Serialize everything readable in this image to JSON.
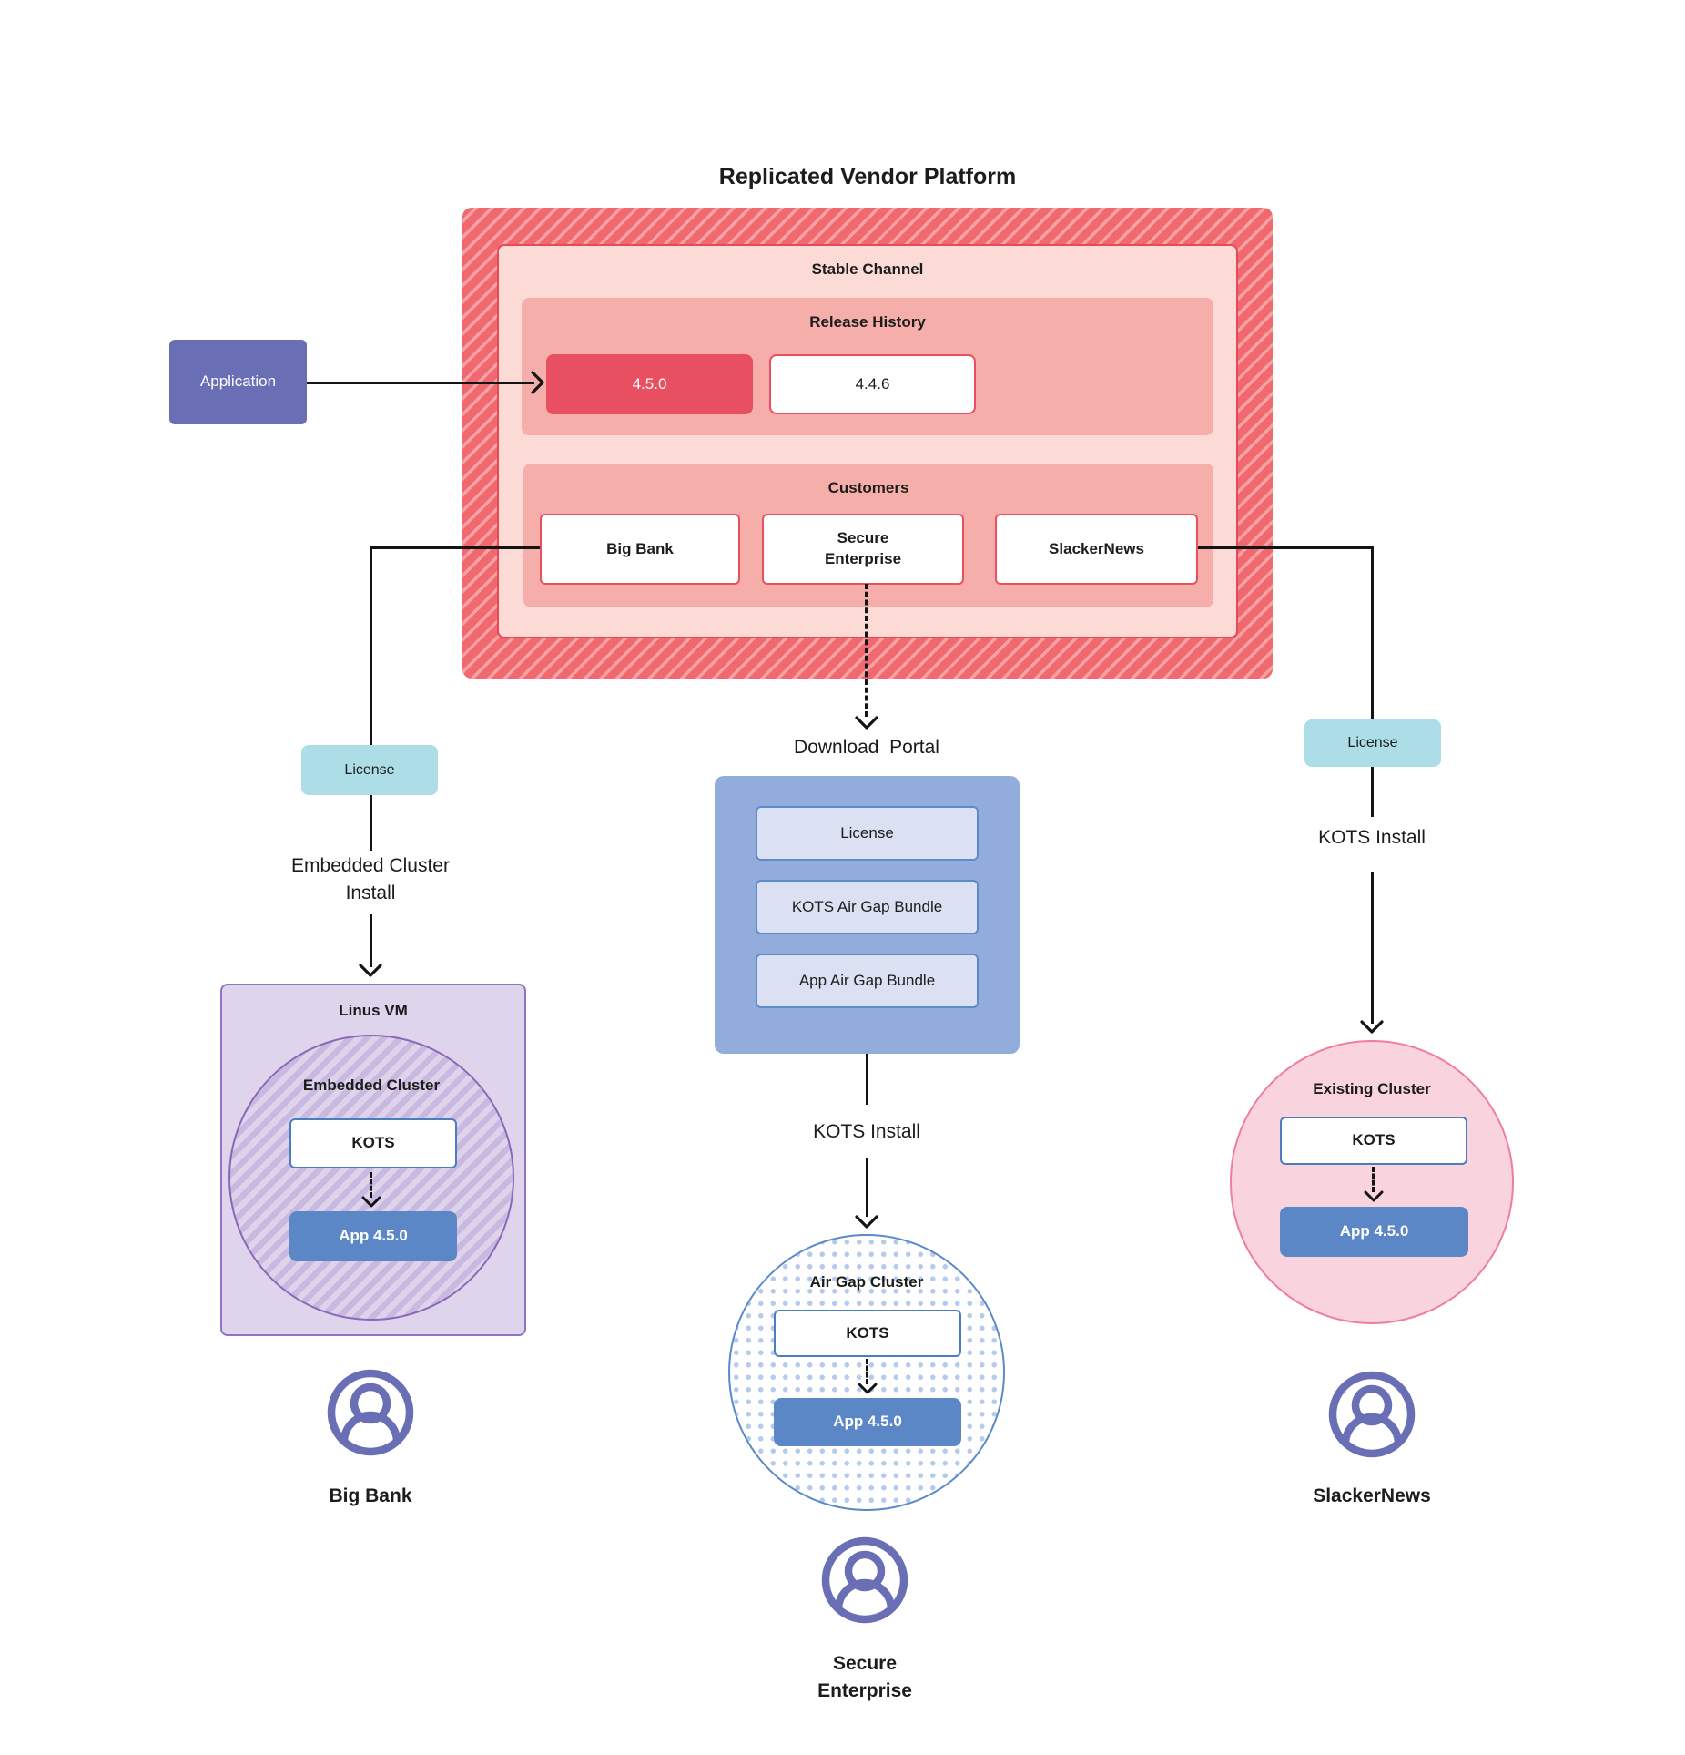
{
  "title": "Replicated Vendor Platform",
  "application": {
    "label": "Application"
  },
  "platform": {
    "stable_channel_label": "Stable Channel",
    "release_history": {
      "label": "Release History",
      "releases": [
        "4.5.0",
        "4.4.6"
      ]
    },
    "customers": {
      "label": "Customers",
      "items": [
        "Big Bank",
        "Secure\nEnterprise",
        "SlackerNews"
      ]
    }
  },
  "licenses": {
    "left": "License",
    "right": "License"
  },
  "flow_labels": {
    "embedded_cluster_install": "Embedded Cluster\nInstall",
    "download_portal": "Download  Portal",
    "kots_install_center": "KOTS Install",
    "kots_install_right": "KOTS Install"
  },
  "download_portal": {
    "items": [
      "License",
      "KOTS Air Gap Bundle",
      "App Air Gap Bundle"
    ]
  },
  "linux_vm": {
    "label": "Linus VM",
    "cluster_label": "Embedded Cluster",
    "kots": "KOTS",
    "app": "App 4.5.0"
  },
  "air_gap": {
    "cluster_label": "Air Gap Cluster",
    "kots": "KOTS",
    "app": "App 4.5.0"
  },
  "existing_cluster": {
    "cluster_label": "Existing Cluster",
    "kots": "KOTS",
    "app": "App 4.5.0"
  },
  "users": {
    "left": "Big Bank",
    "center": "Secure\nEnterprise",
    "right": "SlackerNews"
  },
  "colors": {
    "hatch_red_base": "#f1696f",
    "hatch_red_stripe": "#f6a1a5",
    "stable_fill": "#fcdbd7",
    "stable_border": "#e5495a",
    "panel_pink": "#f6aeaa",
    "release_current": "#e84f60",
    "application_indigo": "#6a6eb5",
    "license_teal": "#addde6",
    "portal_blue": "#92addc",
    "portal_item_fill": "#dbe0f2",
    "portal_item_border": "#5e8bcb",
    "vm_purple_fill": "#ded5ec",
    "vm_purple_border": "#9271bd",
    "cluster_hatch_purple": "#c9b9e0",
    "kots_border_blue": "#4a7ec0",
    "app_blue": "#5b87c6",
    "airgap_dot_blue": "#b4cbec",
    "airgap_border_blue": "#5b8ac9",
    "existing_pink_fill": "#f9d3de",
    "existing_pink_border": "#ef7e9b",
    "user_icon_indigo": "#6a6eb5",
    "line_black": "#141414"
  }
}
